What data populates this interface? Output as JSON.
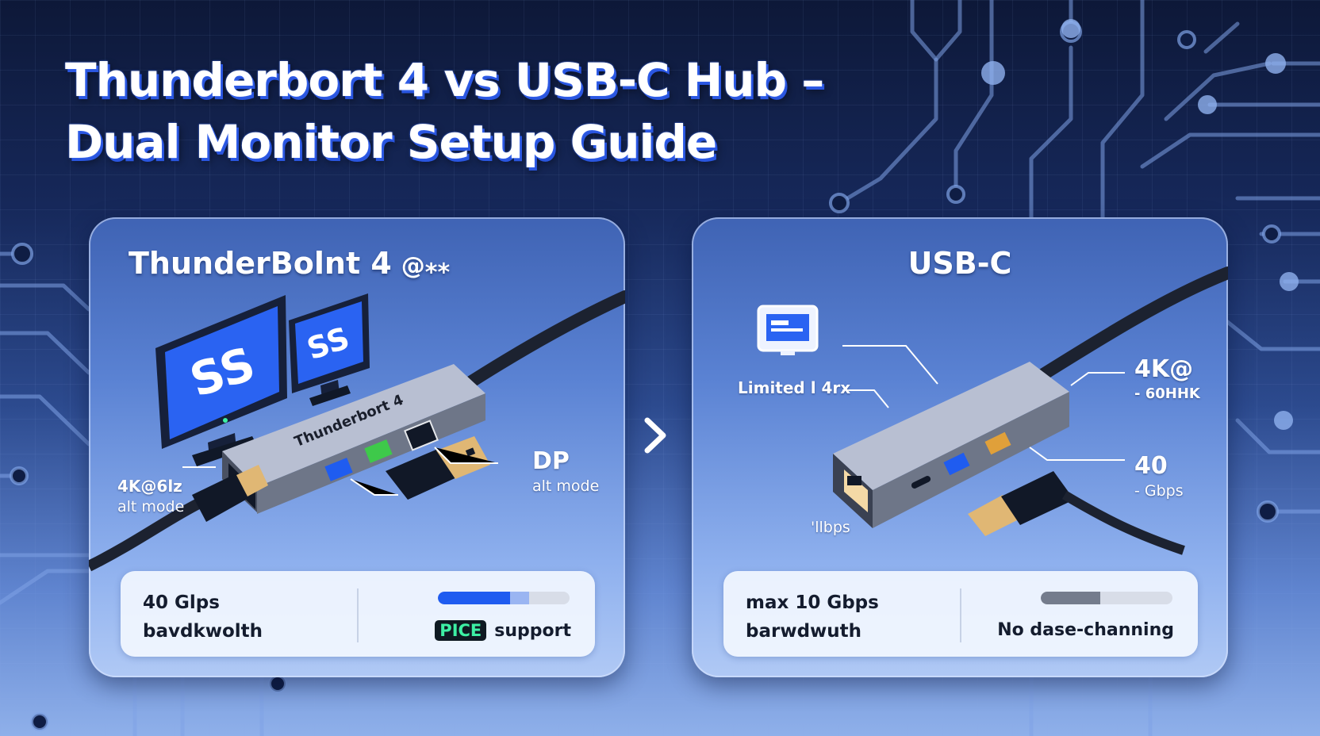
{
  "title": {
    "line1": "Thunderbort 4 vs USB-C Hub –",
    "line2": "Dual Monitor Setup Guide"
  },
  "panels": {
    "left": {
      "heading": "ThunderBolnt 4",
      "heading_glyph": "@⁎⁎",
      "hub_label": "Thunderbort 4",
      "callout_left_value": "4K@6lz",
      "callout_left_label": "alt mode",
      "callout_right_value": "DP",
      "callout_right_label": "alt mode",
      "card_line1": "40 Glps",
      "card_line2": "bavdkwolth",
      "badge": "PICE",
      "badge_suffix": "support",
      "bar_fill": 0.55,
      "bar_color": "#1f5cf0"
    },
    "right": {
      "heading": "USB-C",
      "callout_monitor_label": "Limited l 4rx",
      "callout_top_value": "4K@",
      "callout_top_label": "- 60HHK",
      "callout_mid_value": "40",
      "callout_mid_label": "- Gbps",
      "callout_bottom_label": "'llbps",
      "card_line1": "max 10 Gbps",
      "card_line2": "barwdwuth",
      "status_text": "No dase-channing",
      "bar_fill": 0.45,
      "bar_color": "#747c8c"
    }
  },
  "colors": {
    "accent_blue": "#1f5cf0",
    "background_dark": "#0d1838",
    "pcie_green": "#3df0a4"
  },
  "icons": [
    "monitor-icon",
    "usb-a-plug-icon",
    "chevron-right-icon",
    "display-icon"
  ]
}
